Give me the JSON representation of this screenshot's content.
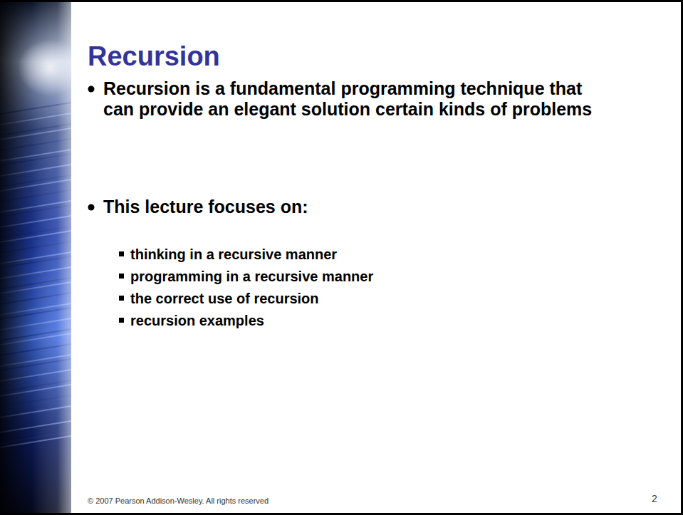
{
  "diagram": {
    "title": "Recursion",
    "labels": [
      "Recursion is a fundamental programming technique that can provide an elegant solution certain kinds of problems",
      "This lecture focuses on:",
      "thinking in a recursive manner",
      "programming in a recursive manner",
      "the correct use of recursion",
      "recursion examples",
      "© 2007 Pearson Addison-Wesley. All rights reserved",
      "2"
    ]
  }
}
